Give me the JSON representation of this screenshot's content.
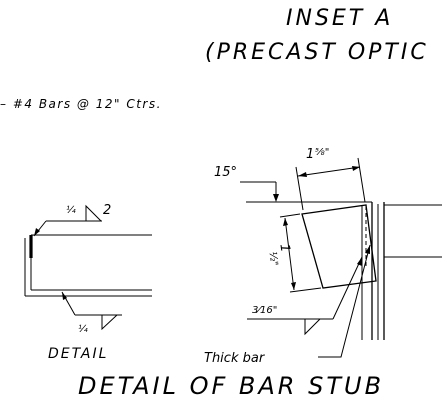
{
  "header": {
    "title_line1": "INSET A",
    "title_line2": "(PRECAST OPTIC"
  },
  "notes": {
    "bars_note": "– #4 Bars @ 12\" Ctrs."
  },
  "left_detail": {
    "weld_top_size": "¼",
    "weld_top_length": "2",
    "weld_bottom_size": "¼",
    "label": "DETAIL"
  },
  "right_detail": {
    "angle": "15°",
    "dim_top_whole": "1",
    "dim_top_frac": "⅝\"",
    "dim_side_whole": "1",
    "dim_side_frac": "½\"",
    "weld_size": "3⁄16\"",
    "thick_bar_label": "Thick bar"
  },
  "footer": {
    "title": "DETAIL OF BAR STUB"
  }
}
